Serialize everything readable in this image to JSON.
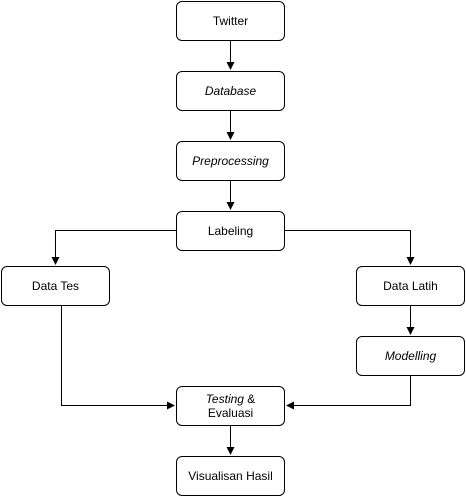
{
  "nodes": {
    "twitter": "Twitter",
    "database": "Database",
    "preprocessing": "Preprocessing",
    "labeling": "Labeling",
    "data_tes": "Data Tes",
    "data_latih": "Data Latih",
    "modelling": "Modelling",
    "testing_italic": "Testing",
    "testing_amp": " &",
    "testing_line2": "Evaluasi",
    "visualisan": "Visualisan Hasil"
  }
}
